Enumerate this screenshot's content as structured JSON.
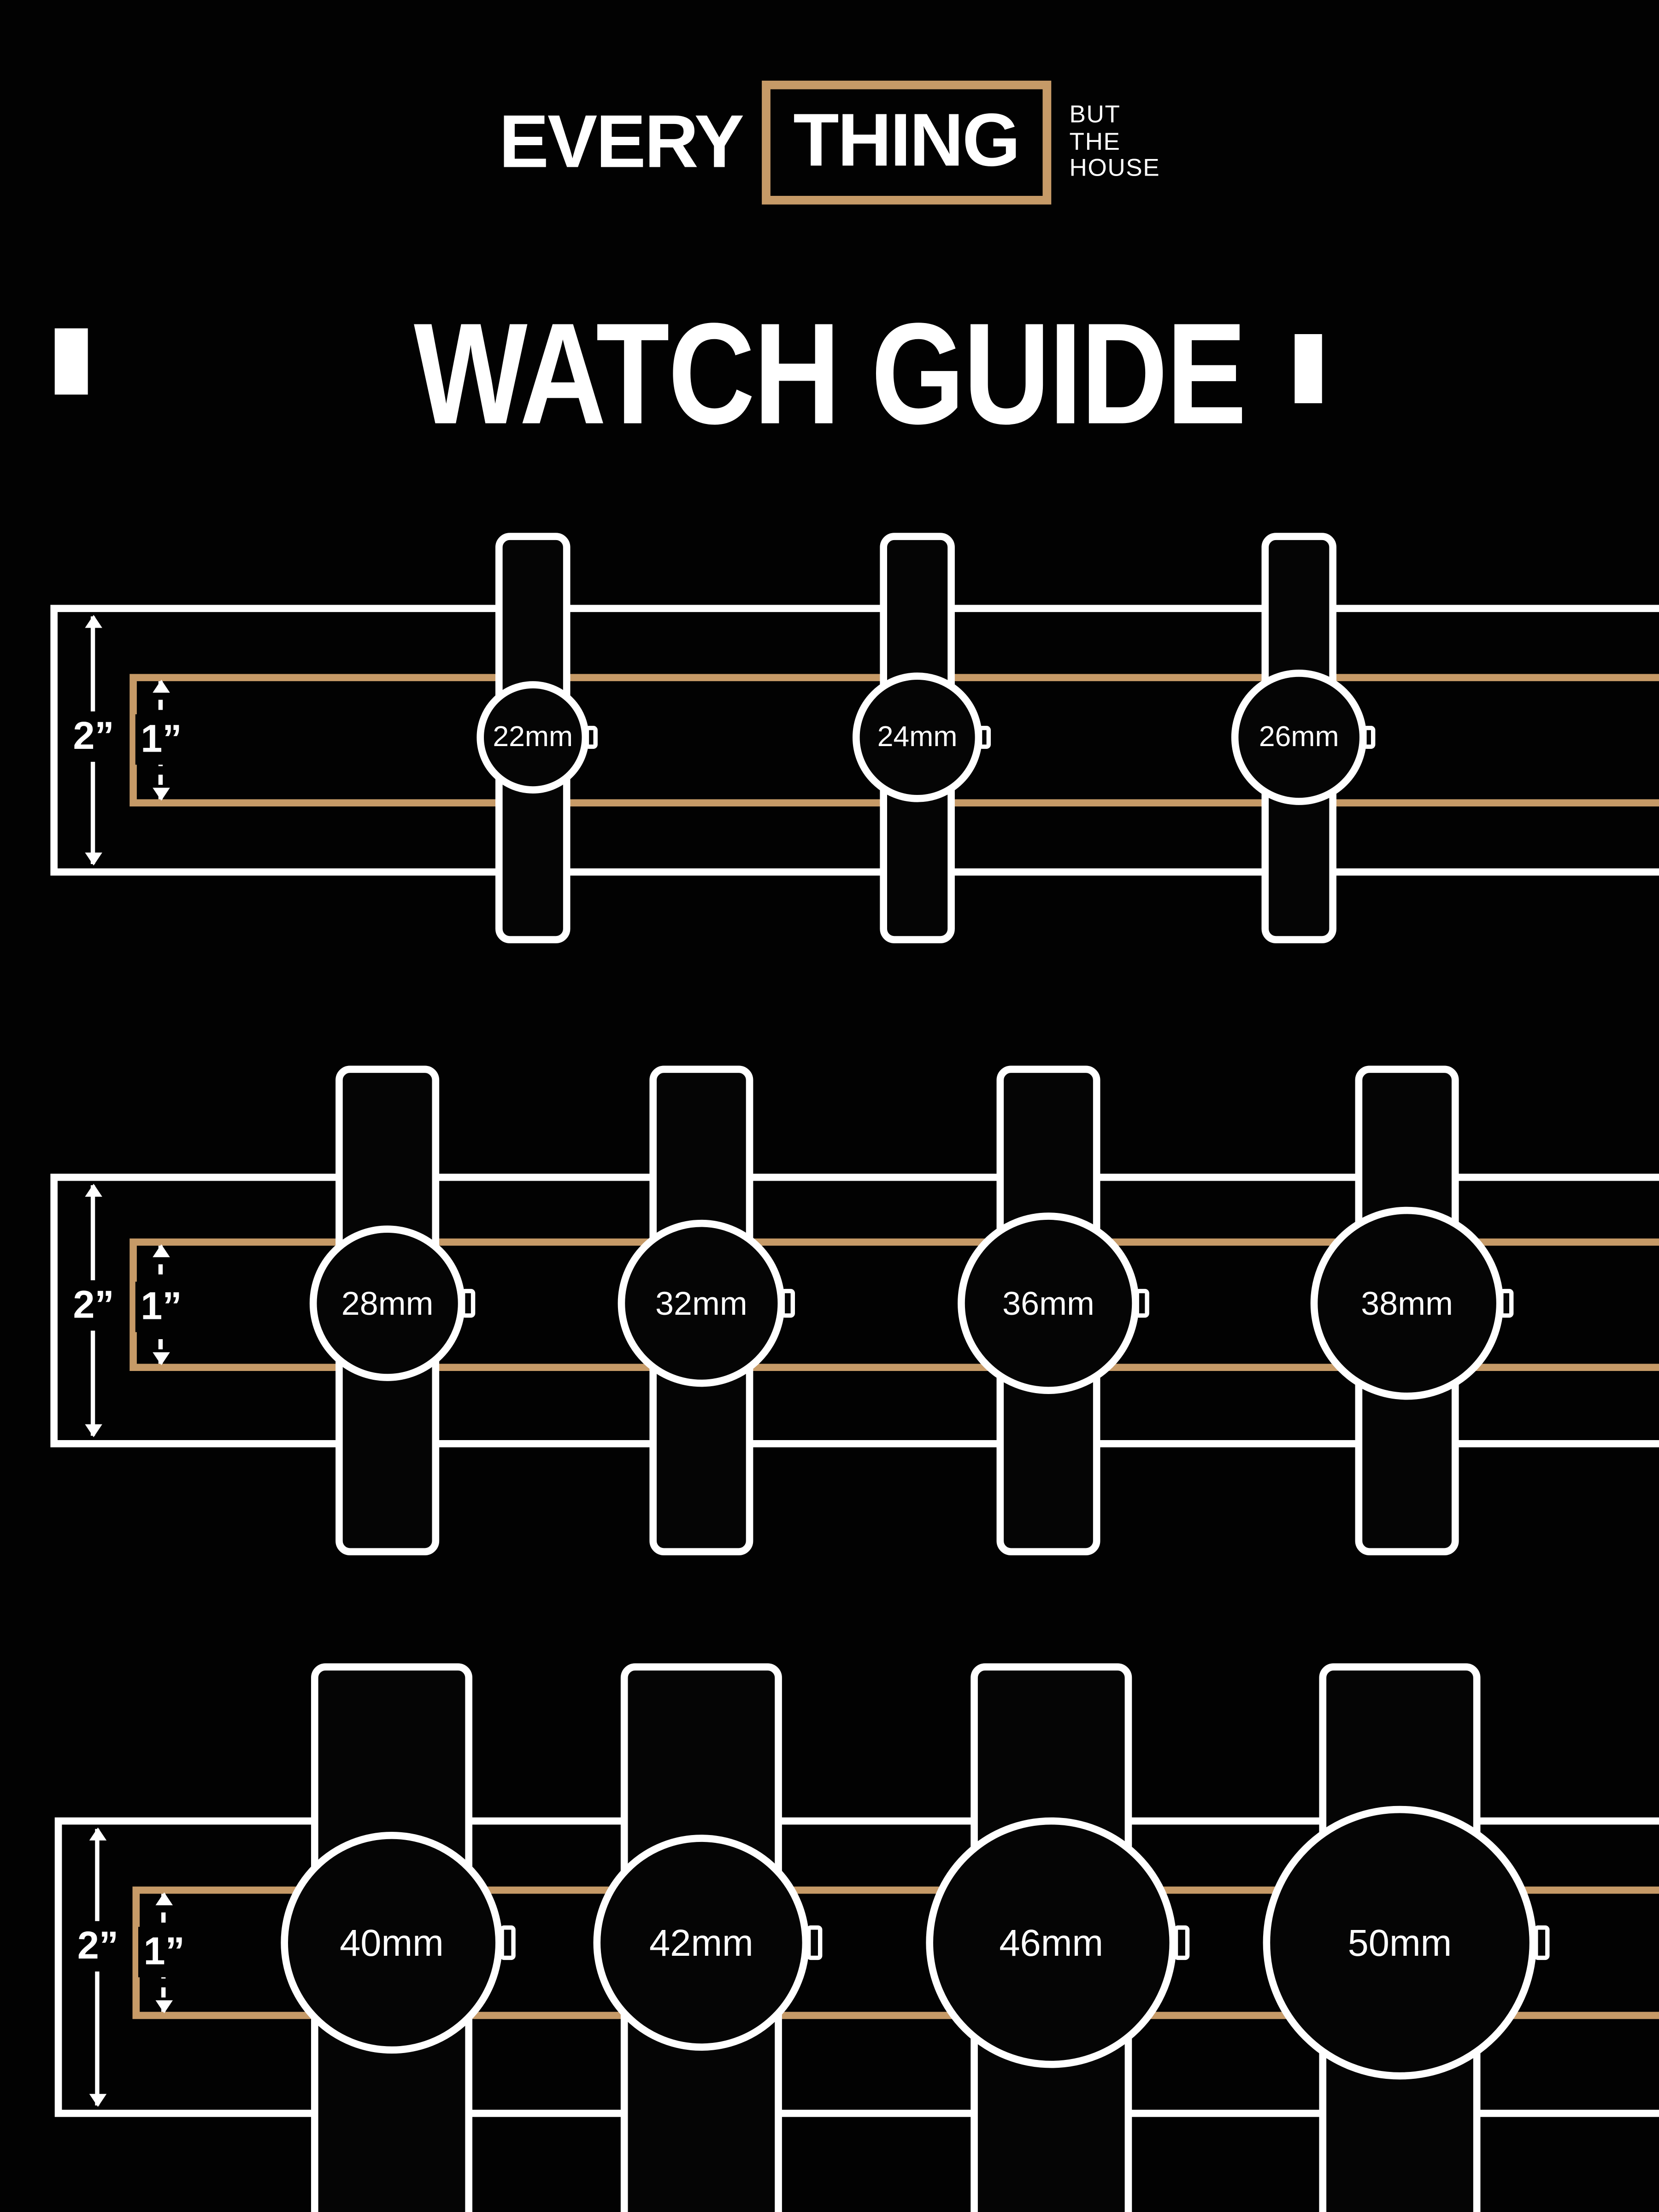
{
  "colors": {
    "background": "#020202",
    "accent_tan": "#C69A67",
    "white": "#FFFFFF"
  },
  "logo": {
    "word1": "EVERY",
    "word2": "THING",
    "tagline_lines": [
      "BUT",
      "THE",
      "HOUSE"
    ]
  },
  "title": "WATCH GUIDE",
  "rows": [
    {
      "outer_width_label": "2”",
      "inner_width_label": "1”",
      "watches": [
        {
          "size": "22mm"
        },
        {
          "size": "24mm"
        },
        {
          "size": "26mm"
        }
      ]
    },
    {
      "outer_width_label": "2”",
      "inner_width_label": "1”",
      "watches": [
        {
          "size": "28mm"
        },
        {
          "size": "32mm"
        },
        {
          "size": "36mm"
        },
        {
          "size": "38mm"
        }
      ]
    },
    {
      "outer_width_label": "2”",
      "inner_width_label": "1”",
      "watches": [
        {
          "size": "40mm"
        },
        {
          "size": "42mm"
        },
        {
          "size": "46mm"
        },
        {
          "size": "50mm"
        }
      ]
    }
  ]
}
